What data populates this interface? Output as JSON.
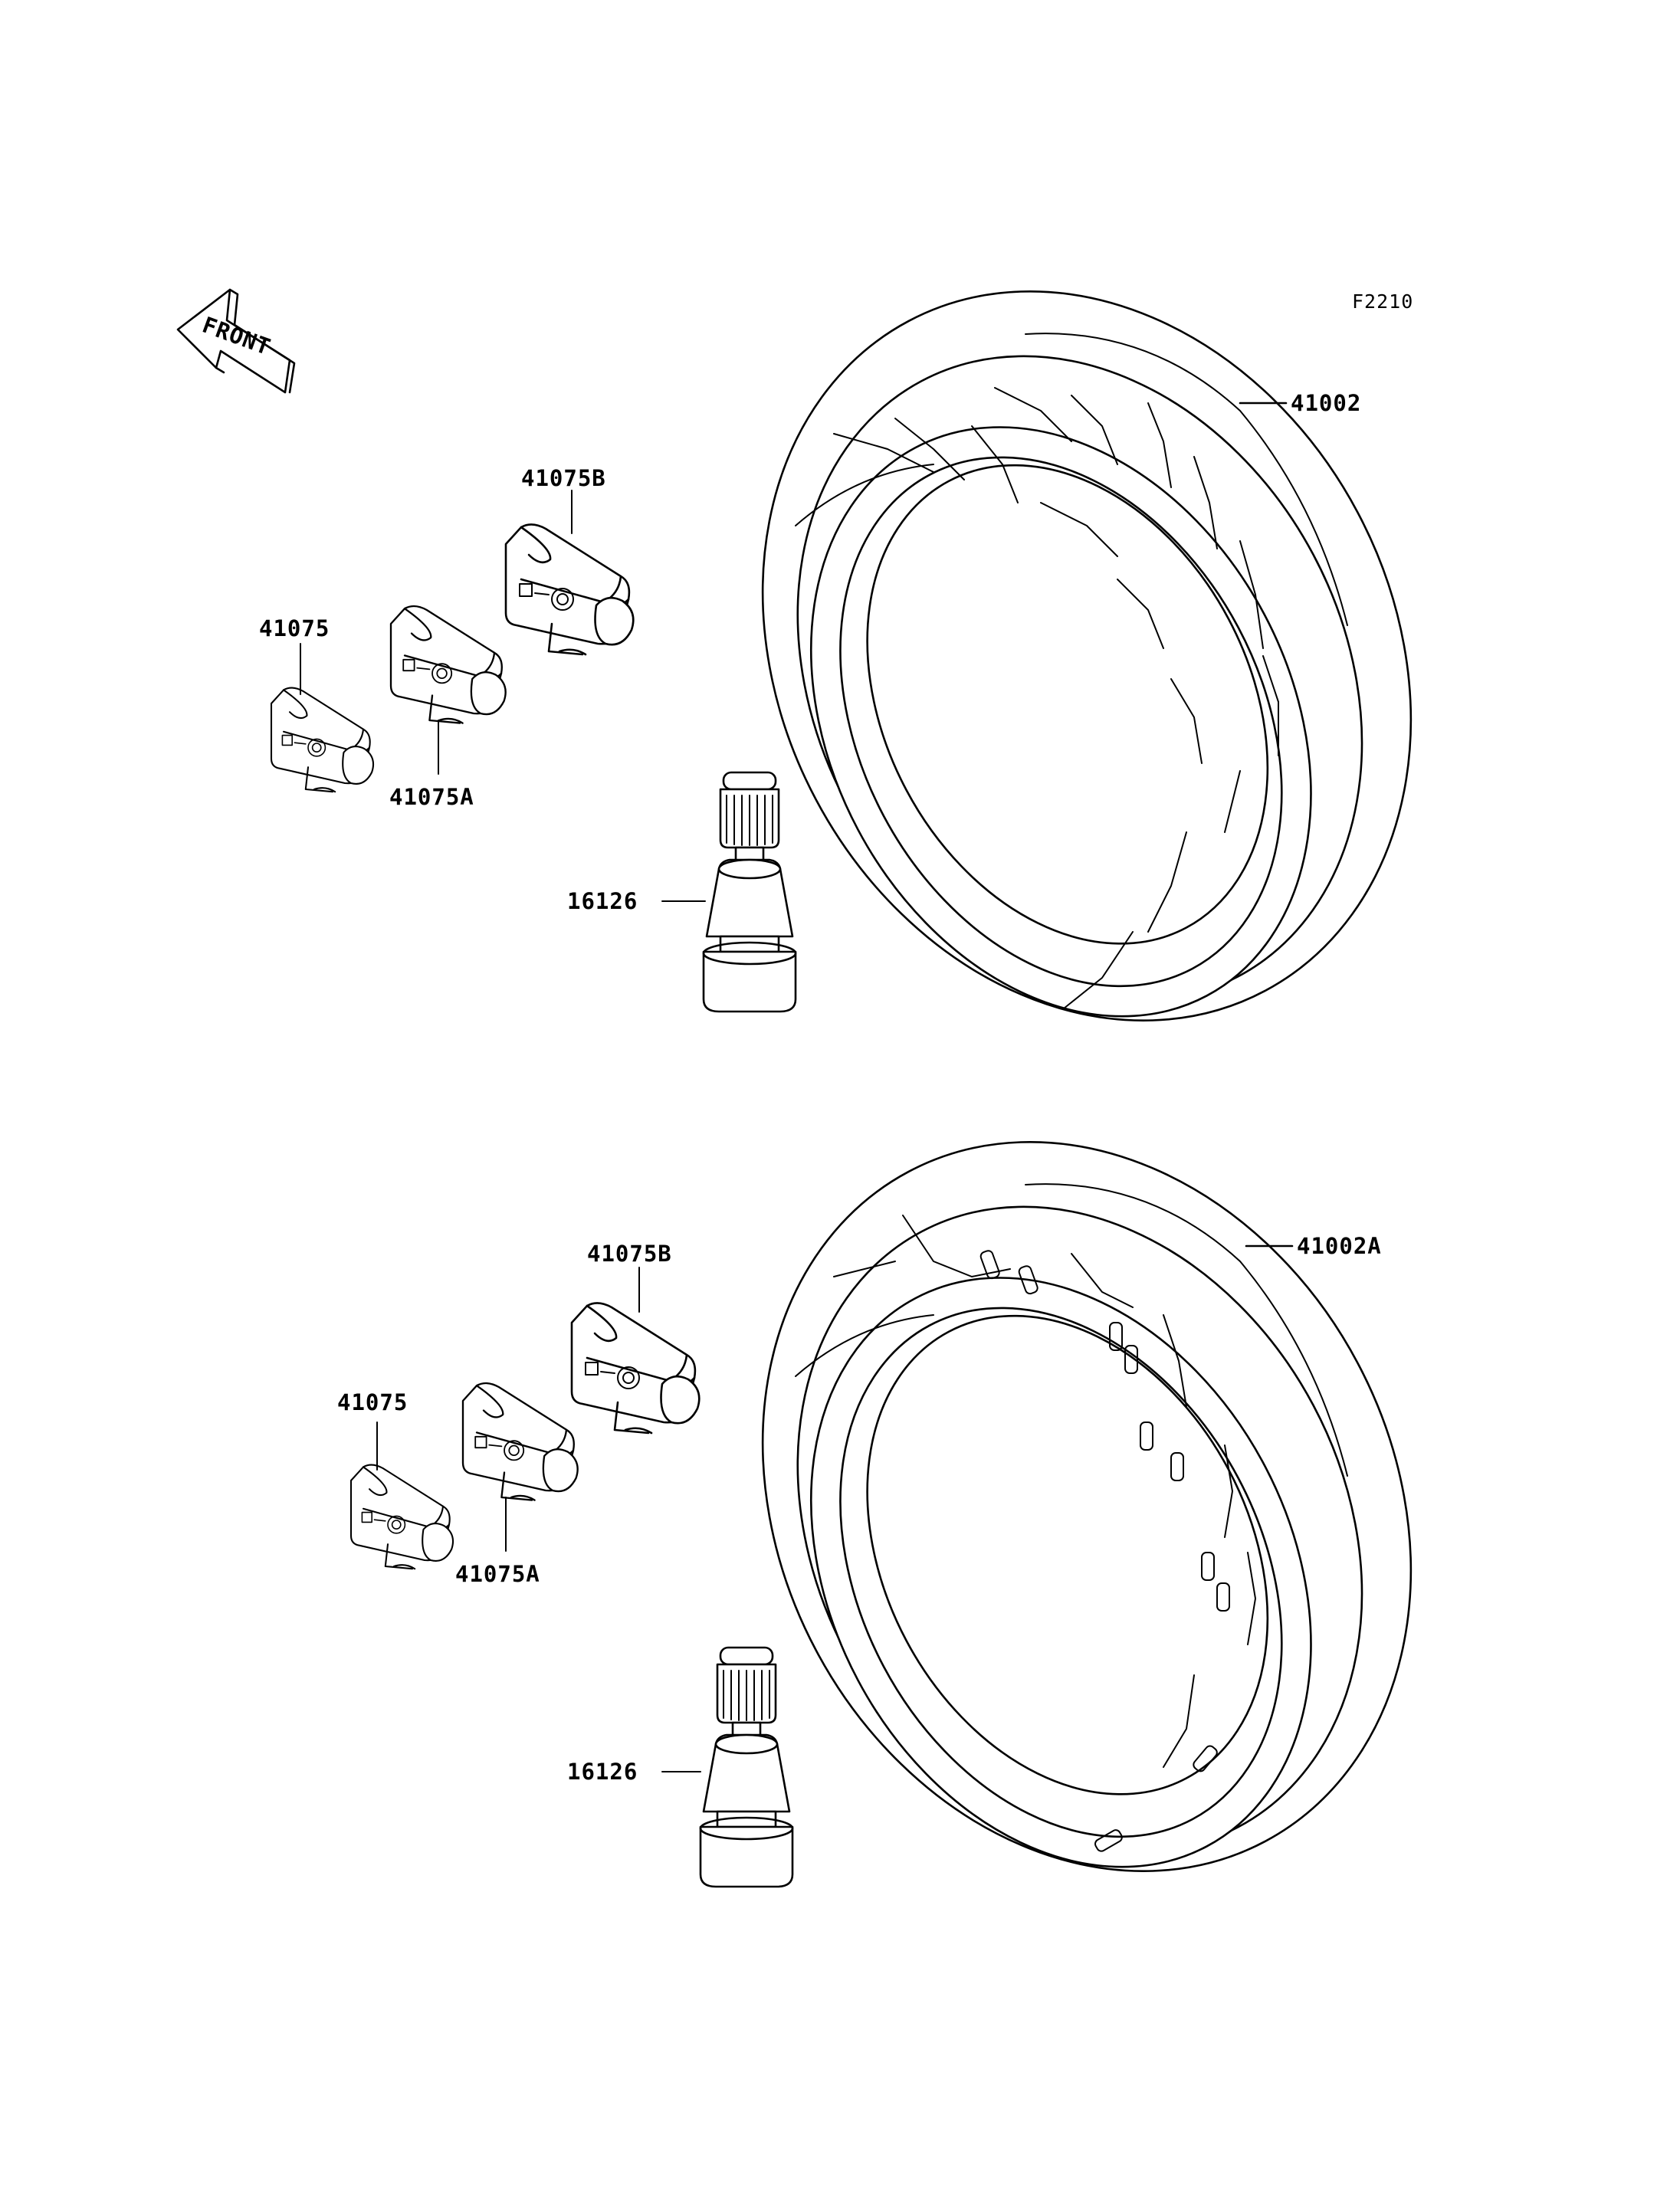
{
  "figure_code": "F2210",
  "front_arrow_text": "FRONT",
  "upper_group": {
    "tire_label": "41002",
    "weight_b_label": "41075B",
    "weight_label": "41075",
    "weight_a_label": "41075A",
    "valve_label": "16126"
  },
  "lower_group": {
    "tire_label": "41002A",
    "weight_b_label": "41075B",
    "weight_label": "41075",
    "weight_a_label": "41075A",
    "valve_label": "16126"
  }
}
